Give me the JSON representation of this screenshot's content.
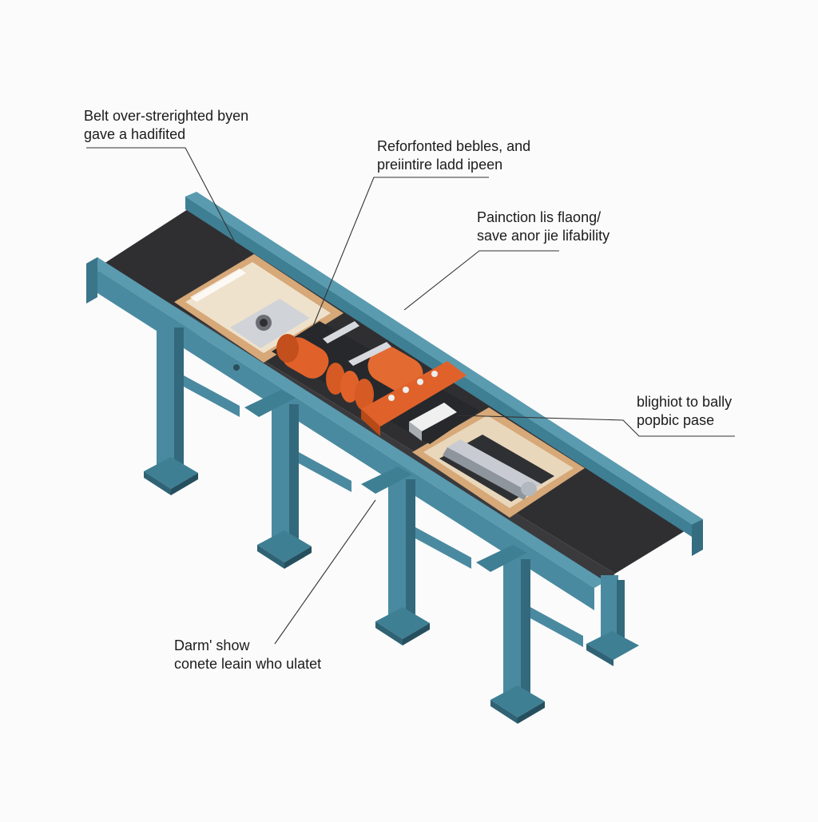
{
  "callouts": [
    {
      "line1": "Belt over-strerighted byen",
      "line2": "gave a hadifited"
    },
    {
      "line1": "Reforfonted bebles, and",
      "line2": "preiintire ladd ipeen"
    },
    {
      "line1": "Painction lis flaong/",
      "line2": "save anor jie lifability"
    },
    {
      "line1": "blighiot to bally",
      "line2": "popbic pase"
    },
    {
      "line1": "Darm' show",
      "line2": "conete leain who ulatet"
    }
  ],
  "colors": {
    "frame": "#4d8ea3",
    "frame_dark": "#33697c",
    "belt": "#2e2e30",
    "housing": "#d9a877",
    "motor": "#e0622a",
    "background": "#fbfbfb"
  }
}
